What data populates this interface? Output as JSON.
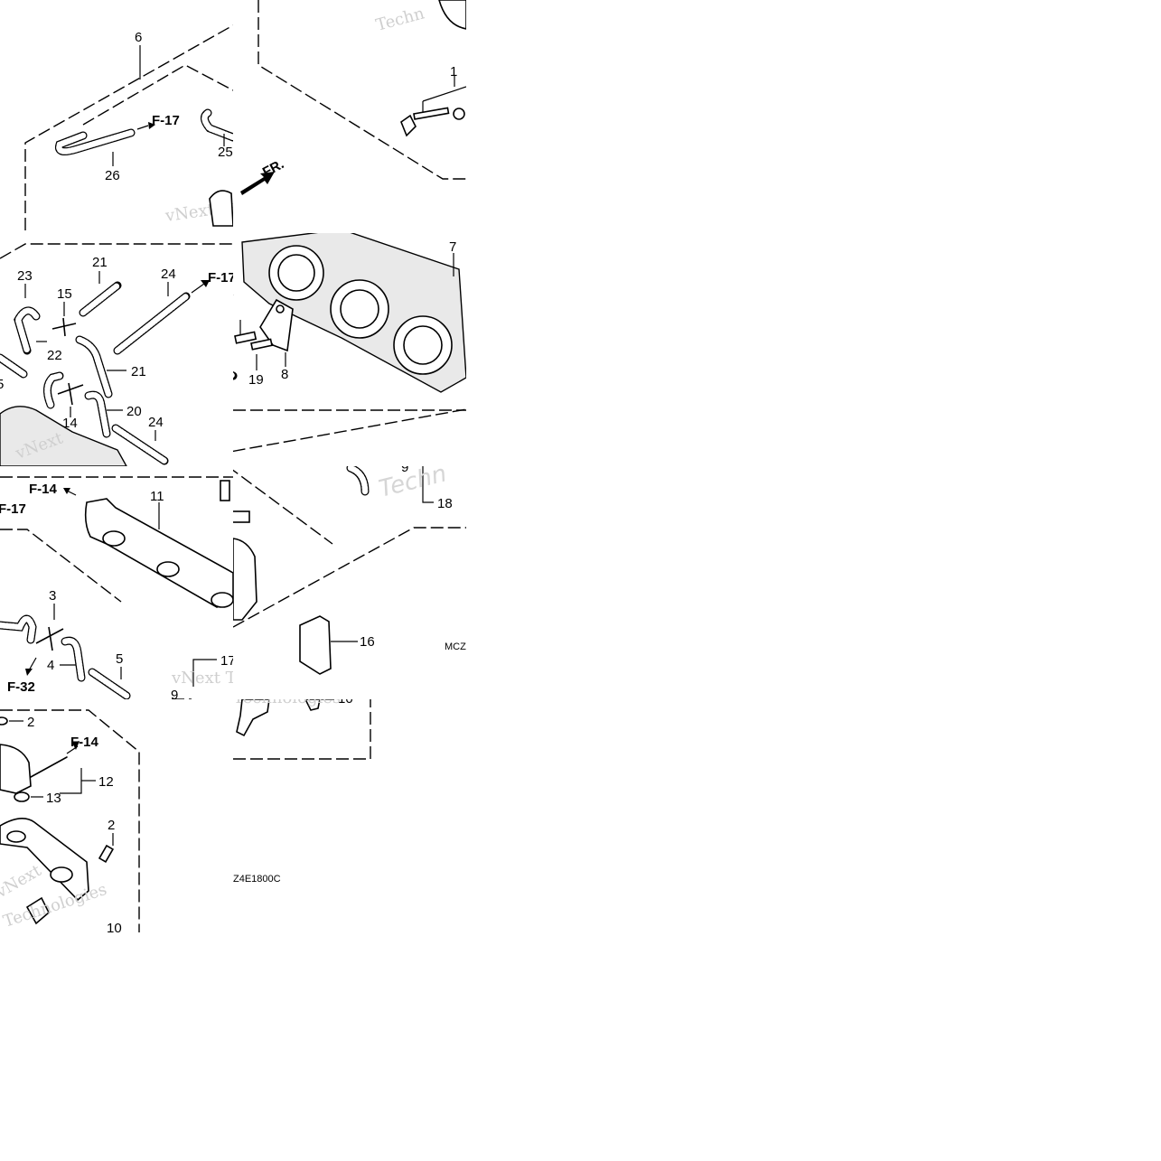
{
  "diagram": {
    "part_numbers": {
      "p1": "1",
      "p2": "2",
      "p3": "3",
      "p4": "4",
      "p5": "5",
      "p6": "6",
      "p7": "7",
      "p8": "8",
      "p9": "9",
      "p10": "10",
      "p11": "11",
      "p12": "12",
      "p13": "13",
      "p14": "14",
      "p15": "15",
      "p16": "16",
      "p17": "17",
      "p18": "18",
      "p19": "19",
      "p20": "20",
      "p21": "21",
      "p22": "22",
      "p23": "23",
      "p24": "24",
      "p25": "25",
      "p26": "26"
    },
    "references": {
      "f17": "F-17",
      "f14": "F-14",
      "f32": "F-32",
      "fr": "FR."
    },
    "codes": {
      "drawing_code_a": "MCZ",
      "drawing_code_b": "Z4E1800C"
    },
    "watermark": {
      "text_a": "vNext Technologies",
      "text_b": "Techn",
      "text_c": "vNext",
      "text_d": "Technologies"
    }
  },
  "colors": {
    "line": "#000000",
    "background": "#ffffff",
    "watermark": "#cfcfcf"
  }
}
